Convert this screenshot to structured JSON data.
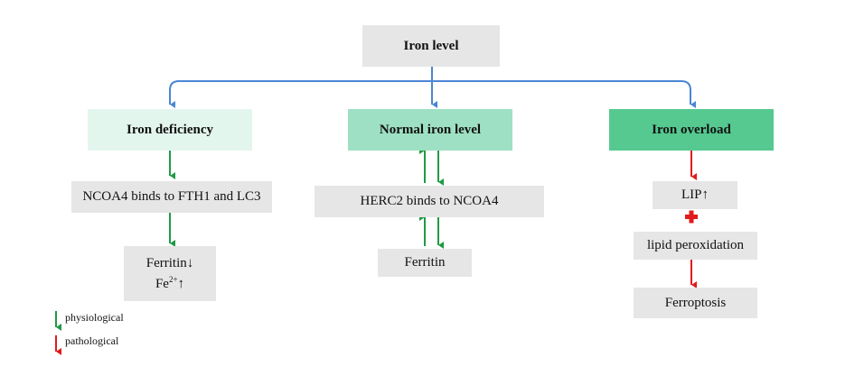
{
  "colors": {
    "node_gray": "#e6e6e6",
    "deficiency_fill": "#e3f6ee",
    "normal_fill": "#9ee0c3",
    "overload_fill": "#55c990",
    "blue_connector": "#4a86d4",
    "green_arrow": "#1f9a45",
    "red_arrow": "#e11b1b"
  },
  "root": {
    "label": "Iron level"
  },
  "branches": {
    "deficiency": {
      "label": "Iron deficiency",
      "step1": "NCOA4 binds to FTH1 and LC3",
      "result_line1": "Ferritin↓",
      "result_line2_base": "Fe",
      "result_line2_sup": "2+",
      "result_line2_arrow": "↑"
    },
    "normal": {
      "label": "Normal iron level",
      "step1": "HERC2 binds to NCOA4",
      "result": "Ferritin"
    },
    "overload": {
      "label": "Iron overload",
      "step1": "LIP↑",
      "step2": "lipid peroxidation",
      "result": "Ferroptosis"
    }
  },
  "legend": {
    "physiological": "physiological",
    "pathological": "pathological"
  }
}
